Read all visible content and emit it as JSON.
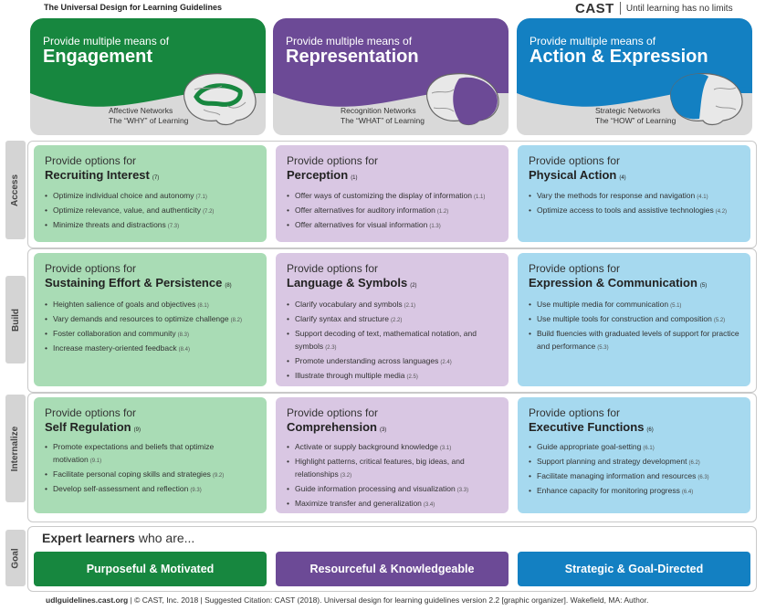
{
  "document_title": "The Universal Design for Learning Guidelines",
  "brand": {
    "name": "CAST",
    "tagline": "Until learning has no limits"
  },
  "colors": {
    "green": "#17873f",
    "purple": "#6c4a96",
    "blue": "#1380c2"
  },
  "principles": [
    {
      "kicker": "Provide multiple means of",
      "title": "Engagement",
      "network": "Affective Networks",
      "network_sub": "The “WHY” of Learning",
      "icon": "brain-affective-icon"
    },
    {
      "kicker": "Provide multiple means of",
      "title": "Representation",
      "network": "Recognition Networks",
      "network_sub": "The “WHAT” of Learning",
      "icon": "brain-recognition-icon"
    },
    {
      "kicker": "Provide multiple means of",
      "title": "Action & Expression",
      "network": "Strategic Networks",
      "network_sub": "The “HOW” of Learning",
      "icon": "brain-strategic-icon"
    }
  ],
  "rows": [
    {
      "label": "Access",
      "cells": [
        {
          "kicker": "Provide options for",
          "title": "Recruiting Interest",
          "ref": "(7)",
          "items": [
            {
              "text": "Optimize individual choice and autonomy",
              "ref": "(7.1)"
            },
            {
              "text": "Optimize relevance, value, and authenticity",
              "ref": "(7.2)"
            },
            {
              "text": "Minimize threats and distractions",
              "ref": "(7.3)"
            }
          ]
        },
        {
          "kicker": "Provide options for",
          "title": "Perception",
          "ref": "(1)",
          "items": [
            {
              "text": "Offer ways of customizing the display of information",
              "ref": "(1.1)"
            },
            {
              "text": "Offer alternatives for auditory information",
              "ref": "(1.2)"
            },
            {
              "text": "Offer alternatives for visual information",
              "ref": "(1.3)"
            }
          ]
        },
        {
          "kicker": "Provide options for",
          "title": "Physical Action",
          "ref": "(4)",
          "items": [
            {
              "text": "Vary the methods for response and navigation",
              "ref": "(4.1)"
            },
            {
              "text": "Optimize access to tools and assistive technologies",
              "ref": "(4.2)"
            }
          ]
        }
      ]
    },
    {
      "label": "Build",
      "cells": [
        {
          "kicker": "Provide options for",
          "title": "Sustaining Effort & Persistence",
          "ref": "(8)",
          "items": [
            {
              "text": "Heighten salience of goals and objectives",
              "ref": "(8.1)"
            },
            {
              "text": "Vary demands and resources to optimize challenge",
              "ref": "(8.2)"
            },
            {
              "text": "Foster collaboration and community",
              "ref": "(8.3)"
            },
            {
              "text": "Increase mastery-oriented feedback",
              "ref": "(8.4)"
            }
          ]
        },
        {
          "kicker": "Provide options for",
          "title": "Language & Symbols",
          "ref": "(2)",
          "items": [
            {
              "text": "Clarify vocabulary and symbols",
              "ref": "(2.1)"
            },
            {
              "text": "Clarify syntax and structure",
              "ref": "(2.2)"
            },
            {
              "text": "Support decoding of text, mathematical notation, and symbols",
              "ref": "(2.3)"
            },
            {
              "text": "Promote understanding across languages",
              "ref": "(2.4)"
            },
            {
              "text": "Illustrate through multiple media",
              "ref": "(2.5)"
            }
          ]
        },
        {
          "kicker": "Provide options for",
          "title": "Expression & Communication",
          "ref": "(5)",
          "items": [
            {
              "text": "Use multiple media for communication",
              "ref": "(5.1)"
            },
            {
              "text": "Use multiple tools for construction and composition",
              "ref": "(5.2)"
            },
            {
              "text": "Build fluencies with graduated levels of support for practice and performance",
              "ref": "(5.3)"
            }
          ]
        }
      ]
    },
    {
      "label": "Internalize",
      "cells": [
        {
          "kicker": "Provide options for",
          "title": "Self Regulation",
          "ref": "(9)",
          "items": [
            {
              "text": "Promote expectations and beliefs that optimize motivation",
              "ref": "(9.1)"
            },
            {
              "text": "Facilitate personal coping skills and strategies",
              "ref": "(9.2)"
            },
            {
              "text": "Develop self-assessment and reflection",
              "ref": "(9.3)"
            }
          ]
        },
        {
          "kicker": "Provide options for",
          "title": "Comprehension",
          "ref": "(3)",
          "items": [
            {
              "text": "Activate or supply background knowledge",
              "ref": "(3.1)"
            },
            {
              "text": "Highlight patterns, critical features, big ideas, and relationships",
              "ref": "(3.2)"
            },
            {
              "text": "Guide information processing and visualization",
              "ref": "(3.3)"
            },
            {
              "text": "Maximize transfer and generalization",
              "ref": "(3.4)"
            }
          ]
        },
        {
          "kicker": "Provide options for",
          "title": "Executive Functions",
          "ref": "(6)",
          "items": [
            {
              "text": "Guide appropriate goal-setting",
              "ref": "(6.1)"
            },
            {
              "text": "Support planning and strategy development",
              "ref": "(6.2)"
            },
            {
              "text": "Facilitate managing information and resources",
              "ref": "(6.3)"
            },
            {
              "text": "Enhance capacity for monitoring progress",
              "ref": "(6.4)"
            }
          ]
        }
      ]
    }
  ],
  "goal": {
    "label": "Goal",
    "heading_bold": "Expert learners",
    "heading_rest": " who are...",
    "outcomes": [
      "Purposeful & Motivated",
      "Resourceful & Knowledgeable",
      "Strategic & Goal-Directed"
    ]
  },
  "footer": {
    "site": "udlguidelines.cast.org",
    "text": " | © CAST, Inc. 2018  |  Suggested Citation: CAST (2018). Universal design for learning guidelines version 2.2 [graphic organizer]. Wakefield, MA: Author."
  }
}
